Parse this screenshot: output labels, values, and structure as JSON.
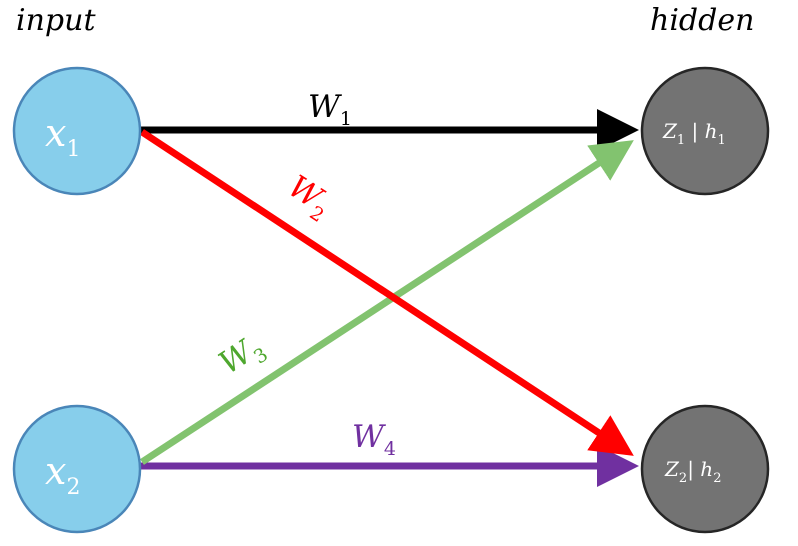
{
  "labels": {
    "input": "input",
    "hidden": "hidden"
  },
  "input_nodes": [
    {
      "var": "x",
      "sub": "1"
    },
    {
      "var": "x",
      "sub": "2"
    }
  ],
  "hidden_nodes": [
    {
      "z": "Z",
      "z_sub": "1",
      "sep": " | ",
      "h": "h",
      "h_sub": "1"
    },
    {
      "z": "Z",
      "z_sub": "2",
      "sep": "| ",
      "h": "h",
      "h_sub": "2"
    }
  ],
  "weights": [
    {
      "var": "W",
      "sub": "1",
      "color": "#000000"
    },
    {
      "var": "W",
      "sub": "2",
      "color": "#ff0000"
    },
    {
      "var": "W",
      "sub": "3",
      "color": "#4ea72e"
    },
    {
      "var": "W",
      "sub": "4",
      "color": "#7030a0"
    }
  ],
  "colors": {
    "input_fill": "#87ceeb",
    "input_stroke": "#4a86b8",
    "hidden_fill": "#737373",
    "hidden_stroke": "#262626",
    "edge_w1": "#000000",
    "edge_w2": "#ff0000",
    "edge_w3": "#82c36f",
    "edge_w4": "#7030a0"
  }
}
